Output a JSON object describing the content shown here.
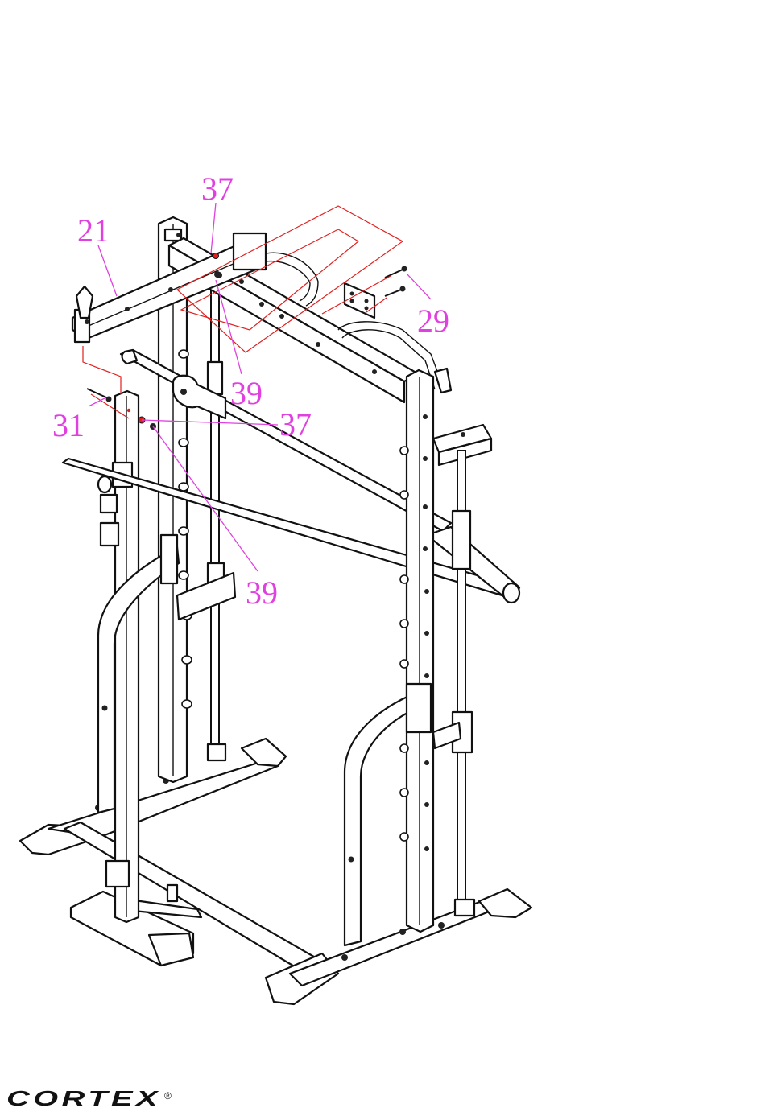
{
  "callouts": [
    {
      "id": "c37a",
      "label": "37"
    },
    {
      "id": "c21",
      "label": "21"
    },
    {
      "id": "c29",
      "label": "29"
    },
    {
      "id": "c39a",
      "label": "39"
    },
    {
      "id": "c31",
      "label": "31"
    },
    {
      "id": "c37b",
      "label": "37"
    },
    {
      "id": "c39b",
      "label": "39"
    }
  ],
  "brand": {
    "name": "CORTEX",
    "mark": "®"
  },
  "colors": {
    "callout": "#e040e0",
    "assembly_lines": "#e02020",
    "drawing": "#111111"
  }
}
